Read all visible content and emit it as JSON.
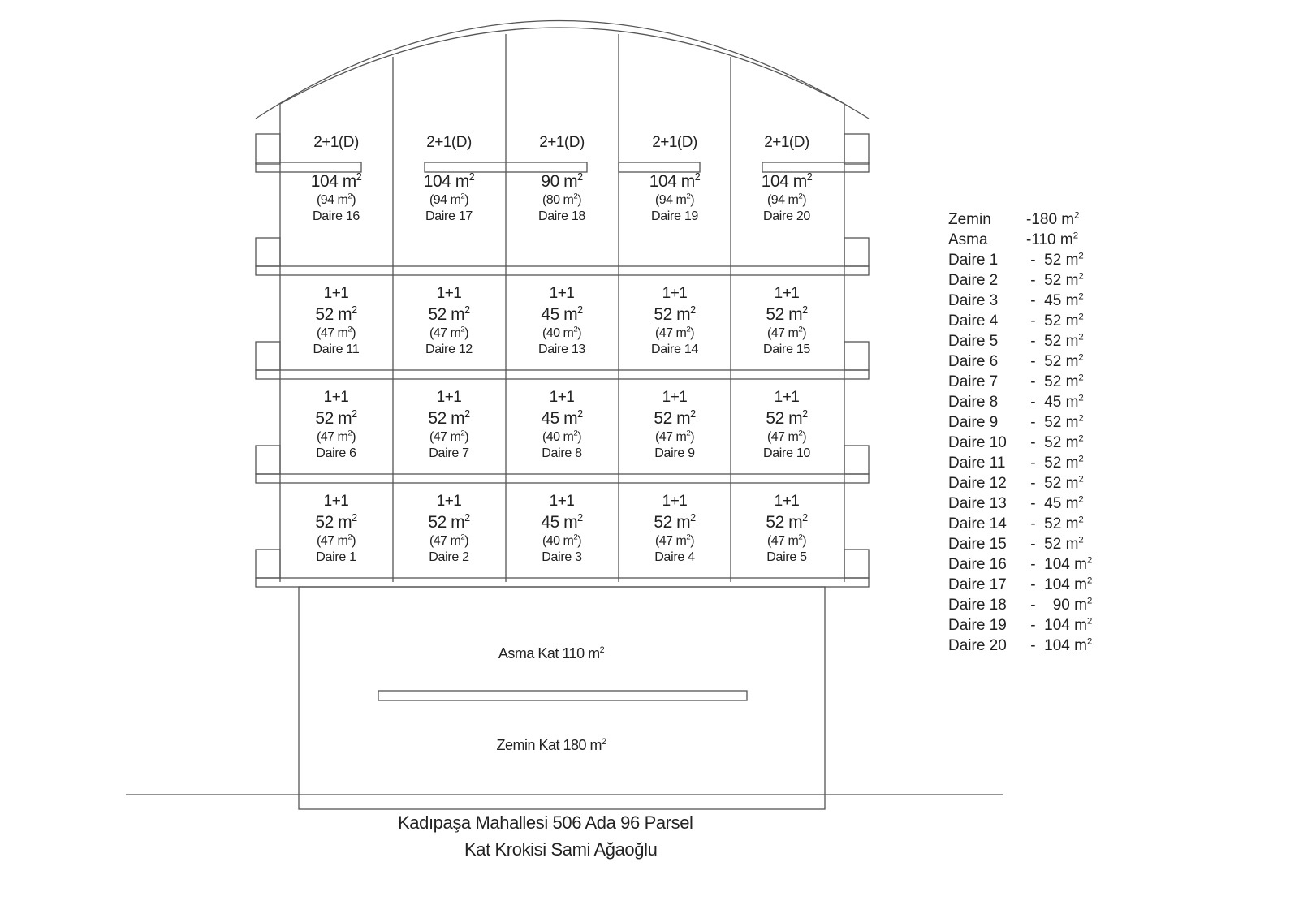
{
  "title": {
    "line1": "Kadıpaşa Mahallesi 506 Ada 96 Parsel",
    "line2": "Kat Krokisi Sami Ağaoğlu"
  },
  "unit_suffix": "m",
  "unit_exponent": "2",
  "floors": {
    "top": [
      {
        "type": "2+1(D)",
        "gross": "104",
        "net": "94",
        "name": "Daire 16"
      },
      {
        "type": "2+1(D)",
        "gross": "104",
        "net": "94",
        "name": "Daire 17"
      },
      {
        "type": "2+1(D)",
        "gross": "90",
        "net": "80",
        "name": "Daire 18"
      },
      {
        "type": "2+1(D)",
        "gross": "104",
        "net": "94",
        "name": "Daire 19"
      },
      {
        "type": "2+1(D)",
        "gross": "104",
        "net": "94",
        "name": "Daire 20"
      }
    ],
    "third": [
      {
        "type": "1+1",
        "gross": "52",
        "net": "47",
        "name": "Daire 11"
      },
      {
        "type": "1+1",
        "gross": "52",
        "net": "47",
        "name": "Daire 12"
      },
      {
        "type": "1+1",
        "gross": "45",
        "net": "40",
        "name": "Daire 13"
      },
      {
        "type": "1+1",
        "gross": "52",
        "net": "47",
        "name": "Daire 14"
      },
      {
        "type": "1+1",
        "gross": "52",
        "net": "47",
        "name": "Daire 15"
      }
    ],
    "second": [
      {
        "type": "1+1",
        "gross": "52",
        "net": "47",
        "name": "Daire 6"
      },
      {
        "type": "1+1",
        "gross": "52",
        "net": "47",
        "name": "Daire 7"
      },
      {
        "type": "1+1",
        "gross": "45",
        "net": "40",
        "name": "Daire 8"
      },
      {
        "type": "1+1",
        "gross": "52",
        "net": "47",
        "name": "Daire 9"
      },
      {
        "type": "1+1",
        "gross": "52",
        "net": "47",
        "name": "Daire 10"
      }
    ],
    "first": [
      {
        "type": "1+1",
        "gross": "52",
        "net": "47",
        "name": "Daire 1"
      },
      {
        "type": "1+1",
        "gross": "52",
        "net": "47",
        "name": "Daire 2"
      },
      {
        "type": "1+1",
        "gross": "45",
        "net": "40",
        "name": "Daire 3"
      },
      {
        "type": "1+1",
        "gross": "52",
        "net": "47",
        "name": "Daire 4"
      },
      {
        "type": "1+1",
        "gross": "52",
        "net": "47",
        "name": "Daire 5"
      }
    ]
  },
  "mezzanine": {
    "label": "Asma Kat 110 m",
    "exp": "2"
  },
  "ground": {
    "label": "Zemin Kat 180 m",
    "exp": "2"
  },
  "legend": [
    {
      "name": "Zemin",
      "value": "-180 m"
    },
    {
      "name": "Asma",
      "value": "-110 m"
    },
    {
      "name": "Daire 1",
      "value": " -  52 m"
    },
    {
      "name": "Daire 2",
      "value": " -  52 m"
    },
    {
      "name": "Daire 3",
      "value": " -  45 m"
    },
    {
      "name": "Daire 4",
      "value": " -  52 m"
    },
    {
      "name": "Daire 5",
      "value": " -  52 m"
    },
    {
      "name": "Daire 6",
      "value": " -  52 m"
    },
    {
      "name": "Daire 7",
      "value": " -  52 m"
    },
    {
      "name": "Daire 8",
      "value": " -  45 m"
    },
    {
      "name": "Daire 9",
      "value": " -  52 m"
    },
    {
      "name": "Daire 10",
      "value": " -  52 m"
    },
    {
      "name": "Daire 11",
      "value": " -  52 m"
    },
    {
      "name": "Daire 12",
      "value": " -  52 m"
    },
    {
      "name": "Daire 13",
      "value": " -  45 m"
    },
    {
      "name": "Daire 14",
      "value": " -  52 m"
    },
    {
      "name": "Daire 15",
      "value": " -  52 m"
    },
    {
      "name": "Daire 16",
      "value": " -  104 m"
    },
    {
      "name": "Daire 17",
      "value": " -  104 m"
    },
    {
      "name": "Daire 18",
      "value": " -    90 m"
    },
    {
      "name": "Daire 19",
      "value": " -  104 m"
    },
    {
      "name": "Daire 20",
      "value": " -  104 m"
    }
  ],
  "colors": {
    "line": "#555555",
    "text": "#222222",
    "background": "#ffffff"
  }
}
